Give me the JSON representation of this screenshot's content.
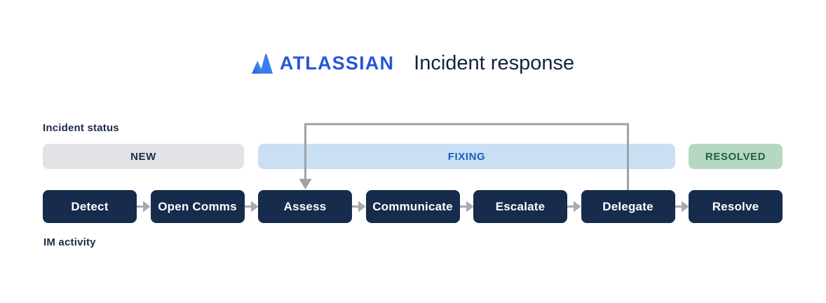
{
  "header": {
    "brand": "ATLASSIAN",
    "title": "Incident response",
    "brand_color": "#2557D7",
    "title_color": "#14243E",
    "logo_icon": "atlassian-logo"
  },
  "section_labels": {
    "incident_status": "Incident status",
    "im_activity": "IM activity"
  },
  "incident_statuses": [
    {
      "label": "NEW",
      "bg_color": "#E1E3E6",
      "text_color": "#172B4D"
    },
    {
      "label": "FIXING",
      "bg_color": "#CBDFF4",
      "text_color": "#1A5FBF"
    },
    {
      "label": "RESOLVED",
      "bg_color": "#B6D7C0",
      "text_color": "#1F5F4A"
    }
  ],
  "im_activities": [
    {
      "label": "Detect"
    },
    {
      "label": "Open Comms"
    },
    {
      "label": "Assess"
    },
    {
      "label": "Communicate"
    },
    {
      "label": "Escalate"
    },
    {
      "label": "Delegate"
    },
    {
      "label": "Resolve"
    }
  ],
  "loop_arrow": {
    "from": "Delegate",
    "to": "Assess",
    "color": "#9CA2AA"
  },
  "colors": {
    "activity_box": "#172B4D",
    "activity_text": "#FFFFFF",
    "connector_arrow": "#A6ABB2",
    "background": "#FFFFFF"
  }
}
